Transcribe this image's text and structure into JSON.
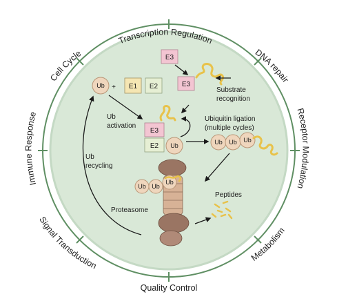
{
  "outer_labels": {
    "top": "Transcription Regulation",
    "top_right": "DNA repair",
    "right": "Receptor Modulation",
    "bottom_right": "Metabolism",
    "bottom": "Quality Control",
    "bottom_left": "Signal Transduction",
    "left": "Immune Response",
    "top_left": "Cell Cycle"
  },
  "cycle": {
    "ub_free": "Ub",
    "plus": "+",
    "e1": "E1",
    "e2_top": "E2",
    "e3_top": "E3",
    "e3_substrate": "E3",
    "substrate_recognition_line1": "Substrate",
    "substrate_recognition_line2": "recognition",
    "ub_activation_line1": "Ub",
    "ub_activation_line2": "activation",
    "e3_complex": "E3",
    "e2_complex": "E2",
    "ub_on_e2": "Ub",
    "ligation_line1": "Ubiquitin ligation",
    "ligation_line2": "(multiple cycles)",
    "polyub_chain": [
      "Ub",
      "Ub",
      "Ub"
    ],
    "ub_recycling_line1": "Ub",
    "ub_recycling_line2": "recycling",
    "proteasome_chain": [
      "Ub",
      "Ub",
      "Ub"
    ],
    "proteasome": "Proteasome",
    "peptides": "Peptides"
  },
  "colors": {
    "cell_fill": "#d9e8d7",
    "cell_border": "#bfd6c0",
    "ring": "#5f8f63",
    "e1_fill": "#f5e6b3",
    "e2_fill": "#e6efd4",
    "e3_fill": "#f3c5d2",
    "ub_fill": "#efd6bd",
    "substrate": "#e8c24a",
    "proteasome": "#b08a78"
  }
}
